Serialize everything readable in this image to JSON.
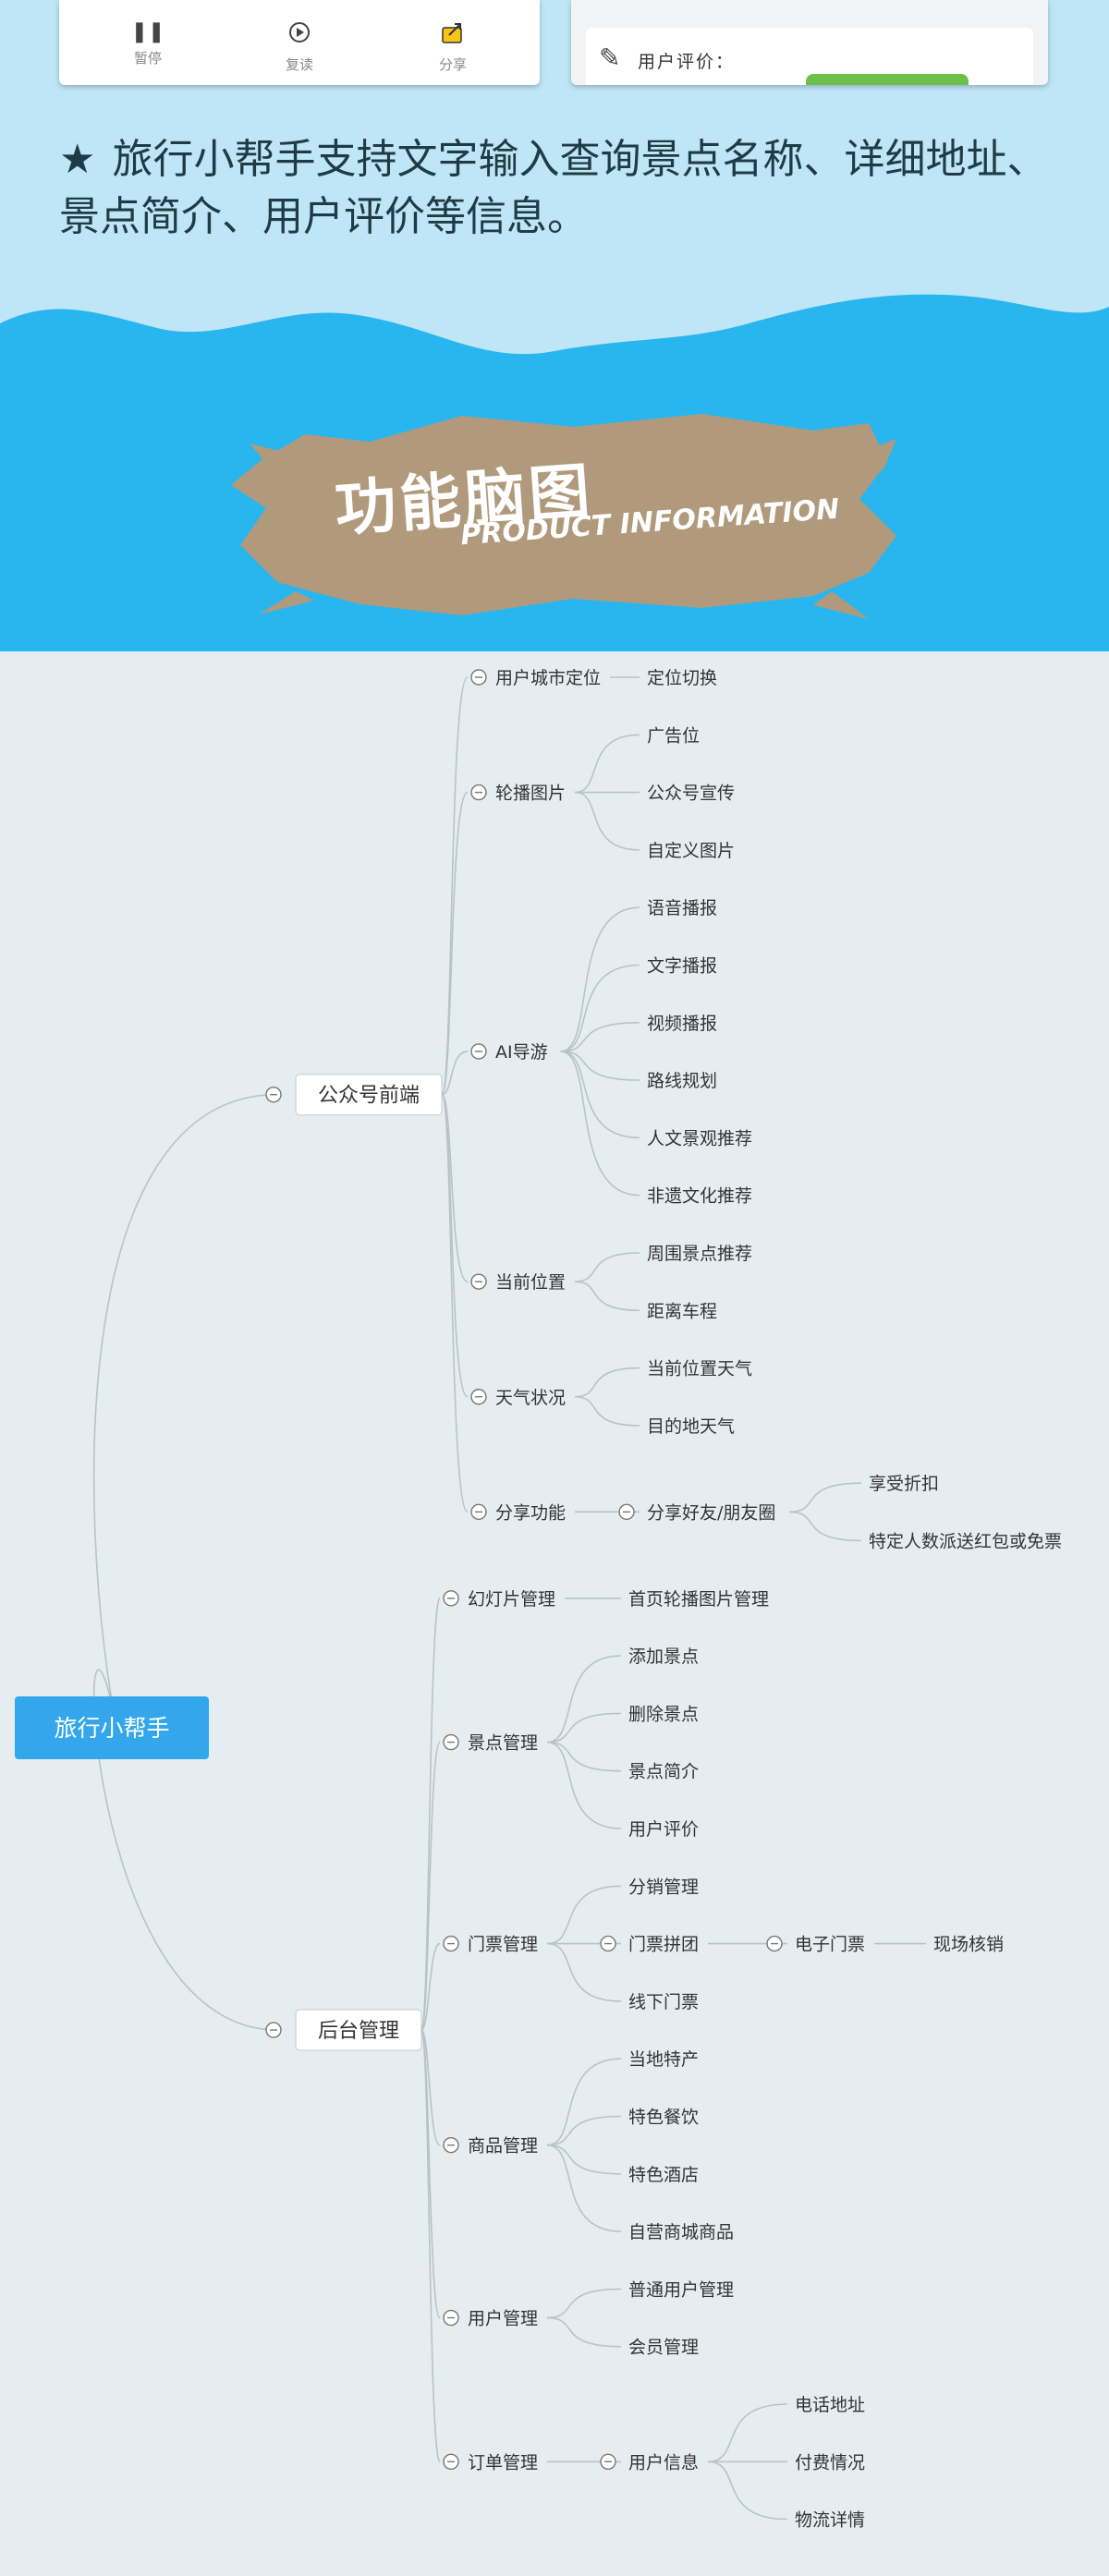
{
  "player": {
    "pause": {
      "icon": "pause-icon",
      "label": "暂停"
    },
    "replay": {
      "icon": "replay-icon",
      "label": "复读"
    },
    "share": {
      "icon": "share-icon",
      "label": "分享"
    }
  },
  "review": {
    "label": "用户评价："
  },
  "tagline": {
    "star": "★",
    "text": "旅行小帮手支持文字输入查询景点名称、详细地址、景点简介、用户评价等信息。"
  },
  "banner": {
    "title": "功能脑图",
    "subtitle": "PRODUCT INFORMATION"
  },
  "mindmap": {
    "root": "旅行小帮手",
    "front": {
      "label": "公众号前端",
      "children": [
        {
          "label": "用户城市定位",
          "children": [
            {
              "label": "定位切换"
            }
          ]
        },
        {
          "label": "轮播图片",
          "children": [
            {
              "label": "广告位"
            },
            {
              "label": "公众号宣传"
            },
            {
              "label": "自定义图片"
            }
          ]
        },
        {
          "label": "AI导游",
          "children": [
            {
              "label": "语音播报"
            },
            {
              "label": "文字播报"
            },
            {
              "label": "视频播报"
            },
            {
              "label": "路线规划"
            },
            {
              "label": "人文景观推荐"
            },
            {
              "label": "非遗文化推荐"
            }
          ]
        },
        {
          "label": "当前位置",
          "children": [
            {
              "label": "周围景点推荐"
            },
            {
              "label": "距离车程"
            }
          ]
        },
        {
          "label": "天气状况",
          "children": [
            {
              "label": "当前位置天气"
            },
            {
              "label": "目的地天气"
            }
          ]
        },
        {
          "label": "分享功能",
          "children": [
            {
              "label": "分享好友/朋友圈",
              "children": [
                {
                  "label": "享受折扣"
                },
                {
                  "label": "特定人数派送红包或免票"
                }
              ]
            }
          ]
        }
      ]
    },
    "back": {
      "label": "后台管理",
      "children": [
        {
          "label": "幻灯片管理",
          "children": [
            {
              "label": "首页轮播图片管理"
            }
          ]
        },
        {
          "label": "景点管理",
          "children": [
            {
              "label": "添加景点"
            },
            {
              "label": "删除景点"
            },
            {
              "label": "景点简介"
            },
            {
              "label": "用户评价"
            }
          ]
        },
        {
          "label": "门票管理",
          "children": [
            {
              "label": "分销管理"
            },
            {
              "label": "门票拼团",
              "children": [
                {
                  "label": "电子门票",
                  "children": [
                    {
                      "label": "现场核销"
                    }
                  ]
                }
              ]
            },
            {
              "label": "线下门票"
            }
          ]
        },
        {
          "label": "商品管理",
          "children": [
            {
              "label": "当地特产"
            },
            {
              "label": "特色餐饮"
            },
            {
              "label": "特色酒店"
            },
            {
              "label": "自营商城商品"
            }
          ]
        },
        {
          "label": "用户管理",
          "children": [
            {
              "label": "普通用户管理"
            },
            {
              "label": "会员管理"
            }
          ]
        },
        {
          "label": "订单管理",
          "children": [
            {
              "label": "用户信息",
              "children": [
                {
                  "label": "电话地址"
                },
                {
                  "label": "付费情况"
                },
                {
                  "label": "物流详情"
                }
              ]
            }
          ]
        }
      ]
    }
  },
  "colors": {
    "root": "#34a6ec",
    "wave": "#29b6ef",
    "banner": "#b09a7b",
    "tagline": "#1f3c46",
    "bg": "#e6edf1"
  }
}
